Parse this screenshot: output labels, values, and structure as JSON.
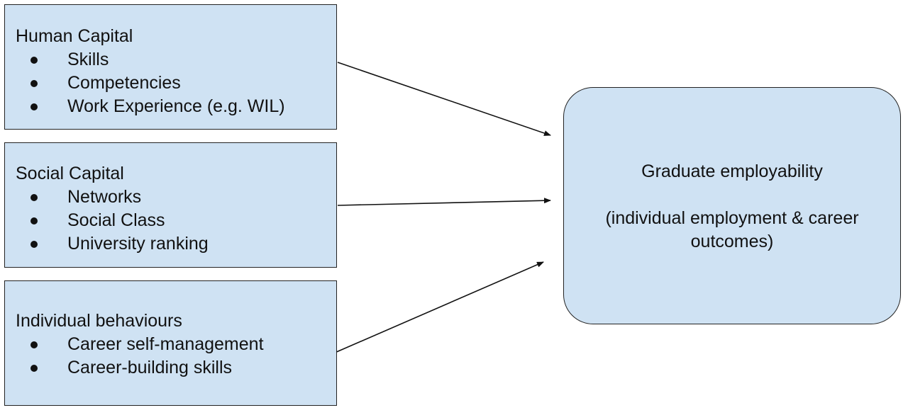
{
  "boxes": [
    {
      "title": "Human Capital",
      "items": [
        "Skills",
        "Competencies",
        "Work Experience (e.g. WIL)"
      ]
    },
    {
      "title": "Social Capital",
      "items": [
        "Networks",
        "Social Class",
        "University ranking"
      ]
    },
    {
      "title": "Individual behaviours",
      "items": [
        "Career self-management",
        "Career-building skills"
      ]
    }
  ],
  "target": {
    "title": "Graduate employability",
    "subtitle_line1": "(individual employment & career",
    "subtitle_line2": "outcomes)"
  },
  "colors": {
    "box_fill": "#cfe2f3",
    "border": "#222222",
    "arrow": "#111111"
  }
}
